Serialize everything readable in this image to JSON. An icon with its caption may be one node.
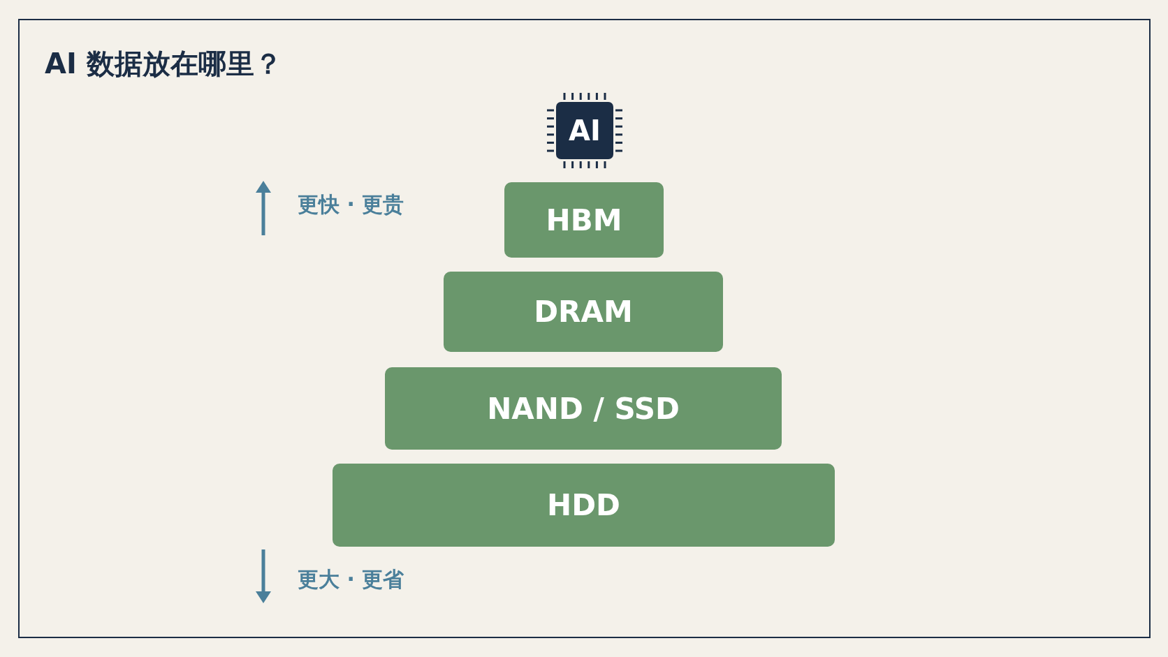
{
  "diagram": {
    "title": "AI 数据放在哪里？",
    "nodes": [
      {
        "text": [
          "AI"
        ]
      },
      {
        "text": [
          "HBM"
        ]
      },
      {
        "text": [
          "DRAM"
        ]
      },
      {
        "text": [
          "NAND / SSD"
        ]
      },
      {
        "text": [
          "HDD"
        ]
      }
    ],
    "labels": [
      "更快 · 更贵",
      "更大 · 更省"
    ]
  }
}
